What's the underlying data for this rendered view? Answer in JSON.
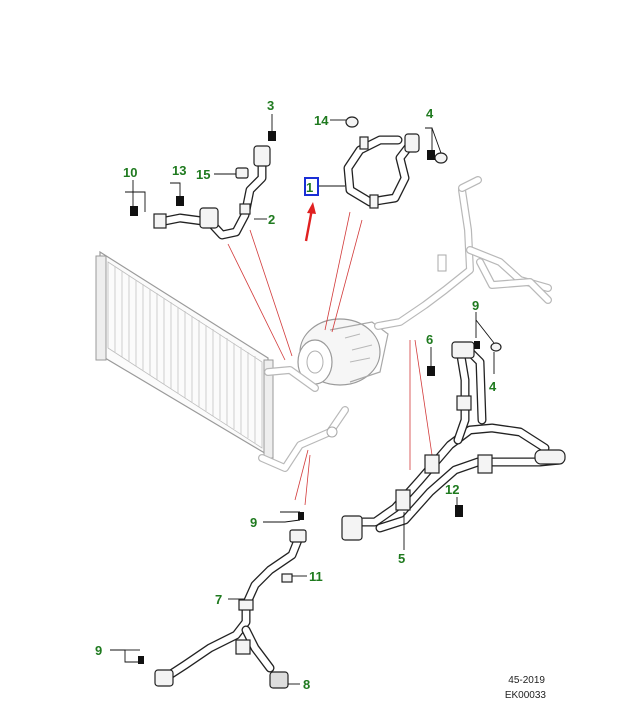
{
  "callouts": {
    "c1": "1",
    "c2": "2",
    "c3": "3",
    "c4a": "4",
    "c4b": "4",
    "c5": "5",
    "c6": "6",
    "c7": "7",
    "c8": "8",
    "c9a": "9",
    "c9b": "9",
    "c9c": "9",
    "c10": "10",
    "c11": "11",
    "c12": "12",
    "c13": "13",
    "c14": "14",
    "c15": "15"
  },
  "highlight": {
    "callout": "1",
    "box_color": "#1a2fd6",
    "arrow_color": "#e02020"
  },
  "colors": {
    "callout_text": "#1f7a1f",
    "leader": "#111111",
    "reference_line": "#d23a3a",
    "ghost_parts": "#b8b8b8"
  },
  "footer": {
    "section": "45-2019",
    "code": "EK00033"
  }
}
